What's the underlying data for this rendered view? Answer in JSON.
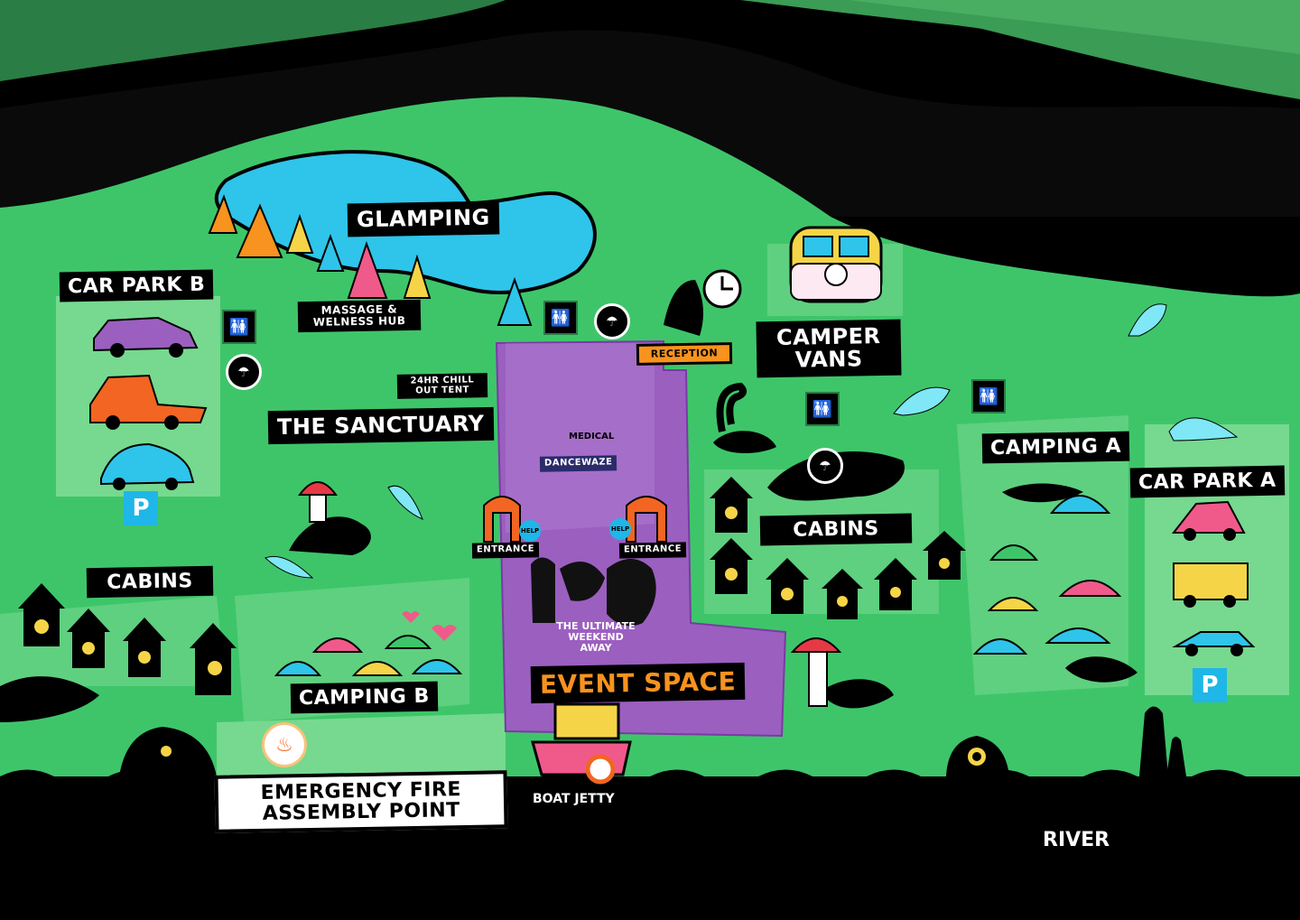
{
  "labels": {
    "glamping": "GLAMPING",
    "car_park_b": "CAR PARK B",
    "massage_hub": "MASSAGE & WELNESS HUB",
    "chill_out": "24HR CHILL OUT TENT",
    "the_sanctuary": "THE SANCTUARY",
    "reception": "RECEPTION",
    "camper_vans": "CAMPER VANS",
    "camping_a": "CAMPING A",
    "car_park_a": "CAR PARK A",
    "cabins_center": "CABINS",
    "cabins_left": "CABINS",
    "medical": "MEDICAL",
    "entrance_left": "ENTRANCE",
    "entrance_right": "ENTRANCE",
    "help_left": "HELP",
    "help_right": "HELP",
    "event_space": "EVENT SPACE",
    "camping_b": "CAMPING B",
    "emergency": "EMERGENCY FIRE ASSEMBLY POINT",
    "boat_jetty": "BOAT JETTY",
    "river": "RIVER",
    "parking_a": "P",
    "parking_b": "P",
    "logo_tagline": "THE ULTIMATE WEEKEND AWAY",
    "stage_sign": "DANCEWAZE"
  },
  "icons": {
    "toilets": "toilets-icon",
    "shower": "shower-icon",
    "clock": "clock-icon",
    "fire": "fire-icon",
    "parking": "parking-icon"
  },
  "colors": {
    "grass": "#3ec56a",
    "grass_light": "#76d98f",
    "forest_far": "#2f8a4a",
    "forest_mid": "#1f6f39",
    "event_space": "#9b5fc0",
    "event_space_light": "#b68bd6",
    "water": "#2fc4ea",
    "label_bg": "#000000",
    "label_text": "#ffffff",
    "event_label": "#f7931e",
    "parking": "#1fb6e8"
  }
}
